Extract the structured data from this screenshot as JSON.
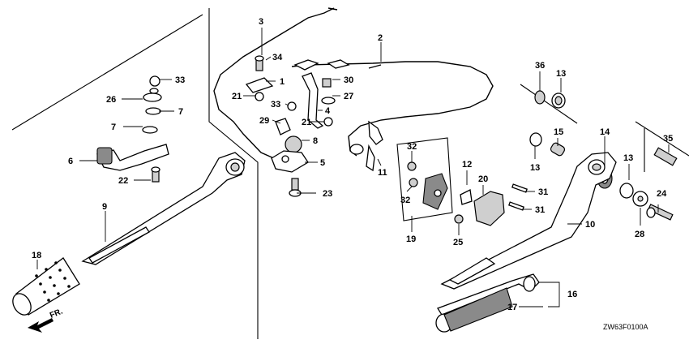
{
  "diagram_code": "ZW63F0100A",
  "direction_label": "FR.",
  "callouts": [
    {
      "id": "c1",
      "text": "1"
    },
    {
      "id": "c2",
      "text": "2"
    },
    {
      "id": "c3",
      "text": "3"
    },
    {
      "id": "c4",
      "text": "4"
    },
    {
      "id": "c5",
      "text": "5"
    },
    {
      "id": "c6",
      "text": "6"
    },
    {
      "id": "c7a",
      "text": "7"
    },
    {
      "id": "c7b",
      "text": "7"
    },
    {
      "id": "c8",
      "text": "8"
    },
    {
      "id": "c9",
      "text": "9"
    },
    {
      "id": "c10",
      "text": "10"
    },
    {
      "id": "c11",
      "text": "11"
    },
    {
      "id": "c12",
      "text": "12"
    },
    {
      "id": "c13a",
      "text": "13"
    },
    {
      "id": "c13b",
      "text": "13"
    },
    {
      "id": "c13c",
      "text": "13"
    },
    {
      "id": "c14",
      "text": "14"
    },
    {
      "id": "c15",
      "text": "15"
    },
    {
      "id": "c16",
      "text": "16"
    },
    {
      "id": "c17",
      "text": "17"
    },
    {
      "id": "c18",
      "text": "18"
    },
    {
      "id": "c19",
      "text": "19"
    },
    {
      "id": "c20",
      "text": "20"
    },
    {
      "id": "c21a",
      "text": "21"
    },
    {
      "id": "c21b",
      "text": "21"
    },
    {
      "id": "c22",
      "text": "22"
    },
    {
      "id": "c23",
      "text": "23"
    },
    {
      "id": "c24",
      "text": "24"
    },
    {
      "id": "c25",
      "text": "25"
    },
    {
      "id": "c26",
      "text": "26"
    },
    {
      "id": "c27",
      "text": "27"
    },
    {
      "id": "c28",
      "text": "28"
    },
    {
      "id": "c29",
      "text": "29"
    },
    {
      "id": "c30",
      "text": "30"
    },
    {
      "id": "c31a",
      "text": "31"
    },
    {
      "id": "c31b",
      "text": "31"
    },
    {
      "id": "c32a",
      "text": "32"
    },
    {
      "id": "c32b",
      "text": "32"
    },
    {
      "id": "c33a",
      "text": "33"
    },
    {
      "id": "c33b",
      "text": "33"
    },
    {
      "id": "c34",
      "text": "34"
    },
    {
      "id": "c35",
      "text": "35"
    },
    {
      "id": "c36",
      "text": "36"
    }
  ]
}
